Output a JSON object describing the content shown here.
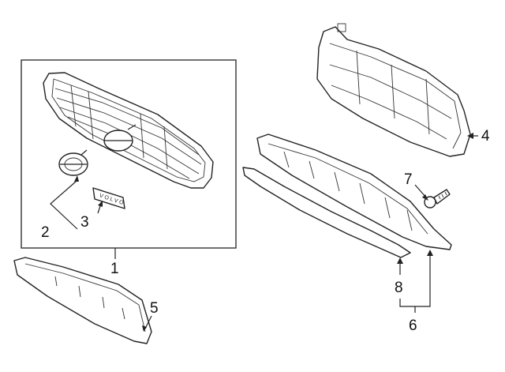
{
  "diagram": {
    "callouts": [
      {
        "id": "1",
        "label": "1"
      },
      {
        "id": "2",
        "label": "2"
      },
      {
        "id": "3",
        "label": "3"
      },
      {
        "id": "4",
        "label": "4"
      },
      {
        "id": "5",
        "label": "5"
      },
      {
        "id": "6",
        "label": "6"
      },
      {
        "id": "7",
        "label": "7"
      },
      {
        "id": "8",
        "label": "8"
      }
    ],
    "emblem_text": "VOLVO"
  }
}
